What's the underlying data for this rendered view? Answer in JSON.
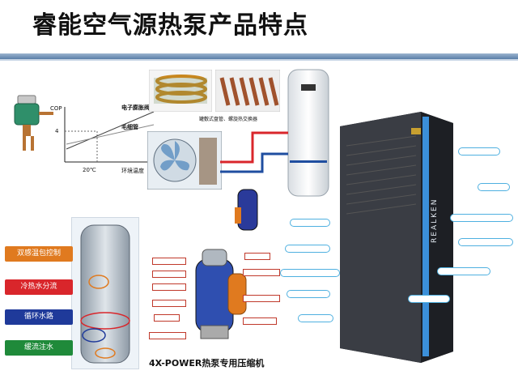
{
  "title": "睿能空气源热泵产品特点",
  "graph": {
    "y_label": "COP",
    "y_tick": "4",
    "x_tick": "20℃",
    "x_label": "环境温度",
    "line1": "电子膨胀阀",
    "line2": "毛细管"
  },
  "exchanger_caption": "罐敷式盘管、螺旋热交换器",
  "side_buttons": [
    {
      "label": "双感温包控制",
      "color": "#e07a1f"
    },
    {
      "label": "冷热水分流",
      "color": "#d9262b"
    },
    {
      "label": "循环水路",
      "color": "#1f3a9a"
    },
    {
      "label": "缓流注水",
      "color": "#1f8a3a"
    }
  ],
  "compressor_caption": "4X-POWER热泵专用压缩机",
  "unit_brand": "REALKEN",
  "compressor_callouts_left": [
    "",
    "",
    "",
    "",
    "",
    ""
  ],
  "compressor_callouts_right": [
    "",
    "",
    "",
    ""
  ],
  "unit_bubbles": [
    "",
    "",
    "",
    "",
    "",
    "",
    "",
    "",
    "",
    "",
    ""
  ]
}
